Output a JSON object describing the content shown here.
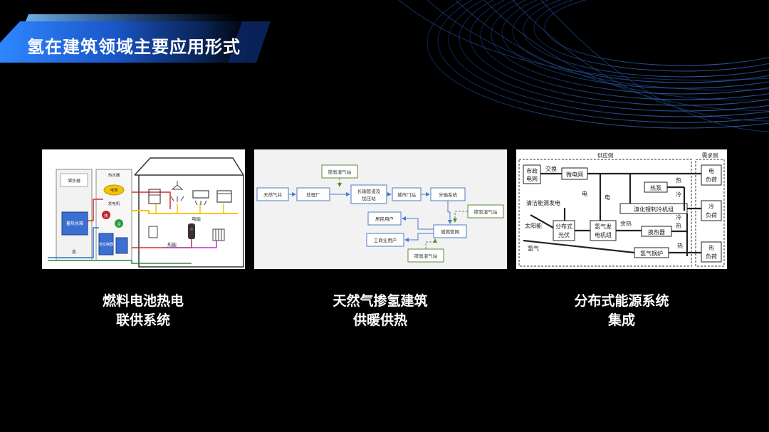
{
  "slide": {
    "title": "氢在建筑领域主要应用形式"
  },
  "colors": {
    "background": "#000000",
    "banner_blue": "#1a56c8",
    "banner_light": "#2f86ff",
    "flow_box_border": "#4a7cc7",
    "station_box_border": "#5c8a3a"
  },
  "panels": [
    {
      "caption_line1": "燃料电池热电",
      "caption_line2": "联供系统",
      "diagram": {
        "labels": {
          "storage": "储水器",
          "heat_storage": "蓄热水箱",
          "fuel_cell": "电堆",
          "generator": "发电机",
          "heat_badge": "热",
          "cool_badge": "冷",
          "heat_exchanger": "热交换器",
          "heater": "热水器",
          "water": "水",
          "electric": "电能",
          "thermal": "热能"
        }
      }
    },
    {
      "caption_line1": "天然气掺氢建筑",
      "caption_line2": "供暖供热",
      "diagram": {
        "nodes": {
          "h2_station_top": "掺氢混气站",
          "gas_well": "天然气井",
          "plant": "处理厂",
          "pipeline_1": "长输管道及",
          "pipeline_2": "加压站",
          "city_gate": "城市门站",
          "distribution": "分输系统",
          "h2_station_right": "掺氢混气站",
          "residential": "居民用户",
          "industrial": "工商业用户",
          "city_network": "城燃管网",
          "h2_station_bottom": "掺氢混气站"
        }
      }
    },
    {
      "caption_line1": "分布式能源系统",
      "caption_line2": "集成",
      "diagram": {
        "labels": {
          "supply_side": "供应侧",
          "demand_side": "需求侧",
          "municipal_1": "市政",
          "municipal_2": "电网",
          "exchange": "交换",
          "microgrid": "微电网",
          "clean_power": "清洁能源发电",
          "solar": "太阳能",
          "pv_1": "分布式",
          "pv_2": "光伏",
          "hydrogen": "氢气",
          "h2_gen_1": "氢气发",
          "h2_gen_2": "电机组",
          "heat_pump": "热泵",
          "absorption_chiller": "溴化锂制冷机组",
          "heat_exchanger": "换热器",
          "h2_boiler": "氢气锅炉",
          "waste_heat": "余热",
          "elec": "电",
          "heat": "热",
          "cold": "冷",
          "elec_load_1": "电",
          "elec_load_2": "负荷",
          "cold_load_1": "冷",
          "cold_load_2": "负荷",
          "heat_load_1": "热",
          "heat_load_2": "负荷"
        }
      }
    }
  ]
}
